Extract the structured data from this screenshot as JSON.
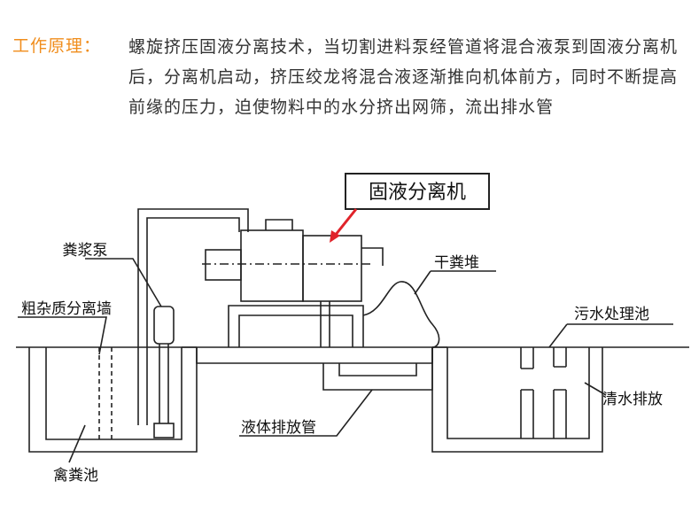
{
  "intro": {
    "title": "工作原理：",
    "text": "螺旋挤压固液分离技术，当切割进料泵经管道将混合液泵到固液分离机后，分离机启动，挤压绞龙将混合液逐渐推向机体前方，同时不断提高前缘的压力，迫使物料中的水分挤出网筛，流出排水管"
  },
  "labels": {
    "separator": "固液分离机",
    "manure_pump": "粪浆泵",
    "coarse_wall": "粗杂质分离墙",
    "dry_manure": "干粪堆",
    "sewage_tank": "污水处理池",
    "clear_water": "清水排放",
    "liquid_pipe": "液体排放管",
    "manure_pit": "禽粪池"
  },
  "colors": {
    "accent": "#f08d1c",
    "arrow": "#e0232a",
    "line": "#222222",
    "text": "#333333"
  }
}
